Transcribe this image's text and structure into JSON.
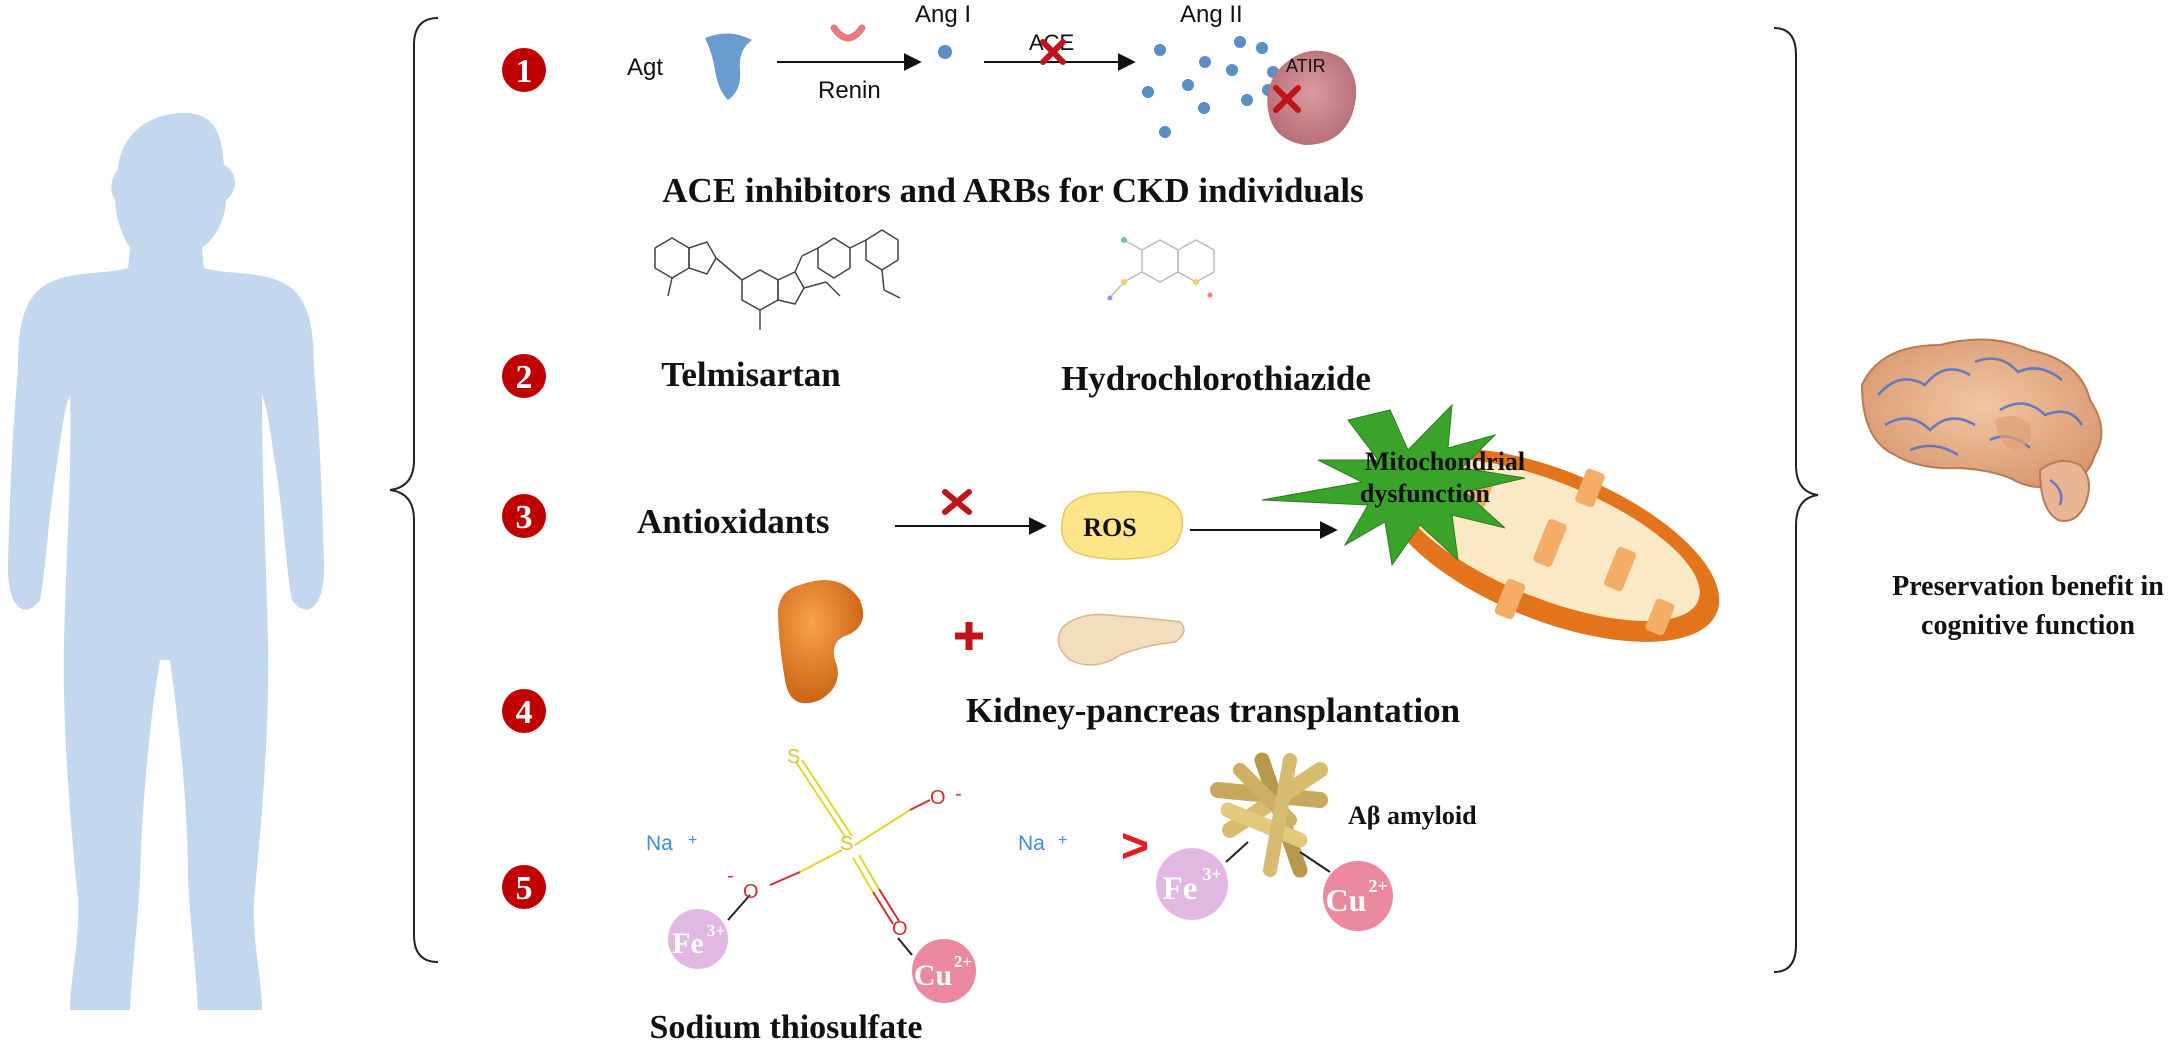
{
  "steps": [
    {
      "number": "1",
      "label": "ACE inhibitors and ARBs for CKD individuals"
    },
    {
      "number": "2",
      "label": ""
    },
    {
      "number": "3",
      "label": "Antioxidants"
    },
    {
      "number": "4",
      "label": "Kidney-pancreas transplantation"
    },
    {
      "number": "5",
      "label": "Sodium thiosulfate"
    }
  ],
  "ras": {
    "agt": "Agt",
    "renin": "Renin",
    "ang1": "Ang I",
    "ace": "ACE",
    "ang2": "Ang II",
    "receptor": "ATIR"
  },
  "drugs": {
    "telmisartan": "Telmisartan",
    "hydrochlorothiazide": "Hydrochlorothiazide"
  },
  "oxidative": {
    "ros": "ROS",
    "mito": [
      "Mitochondrial",
      "dysfunction"
    ]
  },
  "thiosulfate": {
    "na": "Na",
    "plus": "+",
    "s": "S",
    "o": "O",
    "minus": "-",
    "fe": "Fe",
    "fe_charge": "3+",
    "cu": "Cu",
    "cu_charge": "2+",
    "greater": ">",
    "amyloid": "Aβ amyloid"
  },
  "outcome": [
    "Preservation benefit in",
    "cognitive function"
  ],
  "colors": {
    "badge": "#c00000",
    "silhouette": "#c3d8ef",
    "x_mark": "#c0141a",
    "dot": "#5b8ec4",
    "fe": "#d9a6d9",
    "cu": "#e8748e",
    "mito": "#f08a2c",
    "spike": "#3aa32a",
    "ros": "#fde58a"
  }
}
